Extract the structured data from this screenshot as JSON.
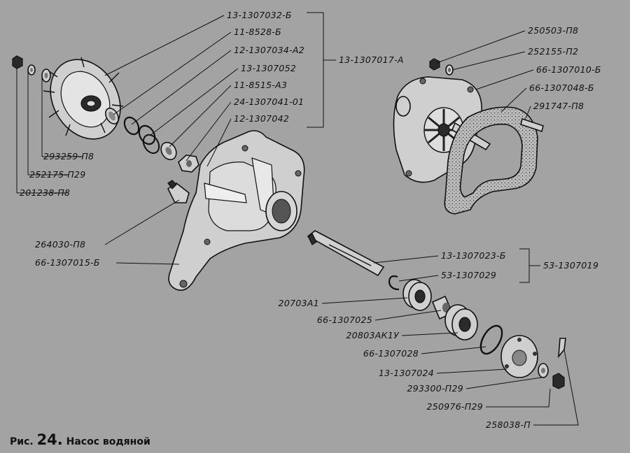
{
  "caption": {
    "prefix": "Рис.",
    "number": "24.",
    "title": "Насос водяной"
  },
  "labels": {
    "l01": "13-1307032-Б",
    "l02": "11-8528-Б",
    "l03": "12-1307034-А2",
    "l04": "13-1307052",
    "l05": "11-8515-А3",
    "l06": "24-1307041-01",
    "l07": "12-1307042",
    "l08": "13-1307017-А",
    "l09": "293259-П8",
    "l10": "252175-П29",
    "l11": "201238-П8",
    "l12": "264030-П8",
    "l13": "66-1307015-Б",
    "l14": "250503-П8",
    "l15": "252155-П2",
    "l16": "66-1307010-Б",
    "l17": "66-1307048-Б",
    "l18": "291747-П8",
    "l19": "13-1307023-Б",
    "l20": "53-1307029",
    "l21": "53-1307019",
    "l22": "20703А1",
    "l23": "66-1307025",
    "l24": "20803АК1У",
    "l25": "66-1307028",
    "l26": "13-1307024",
    "l27": "293300-П29",
    "l28": "250976-П29",
    "l29": "258038-П"
  }
}
